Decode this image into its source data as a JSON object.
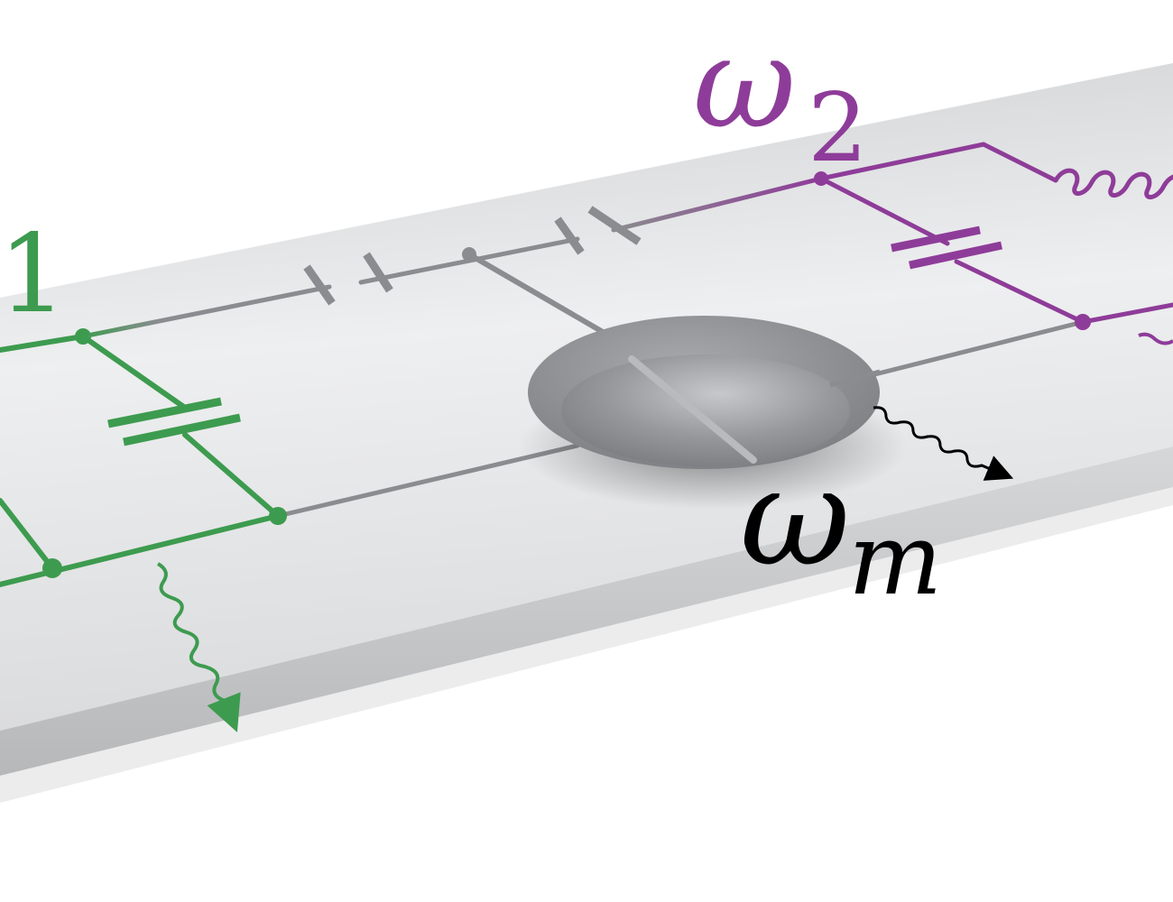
{
  "labels": {
    "mode1_index": "1",
    "mode2_symbol": "ω",
    "mode2_sub": "2",
    "mech_symbol": "ω",
    "mech_sub": "m"
  },
  "colors": {
    "mode1": "#3d9b4f",
    "mode2": "#8e3c99",
    "coupling": "#8a8c8f",
    "mech": "#000000",
    "plate_top": "#e9eaeb",
    "plate_side": "#c9cacc",
    "membrane": "#8f9093"
  },
  "icons": [
    "capacitor-icon",
    "inductor-icon",
    "decay-arrow-icon",
    "membrane-drum-icon"
  ]
}
